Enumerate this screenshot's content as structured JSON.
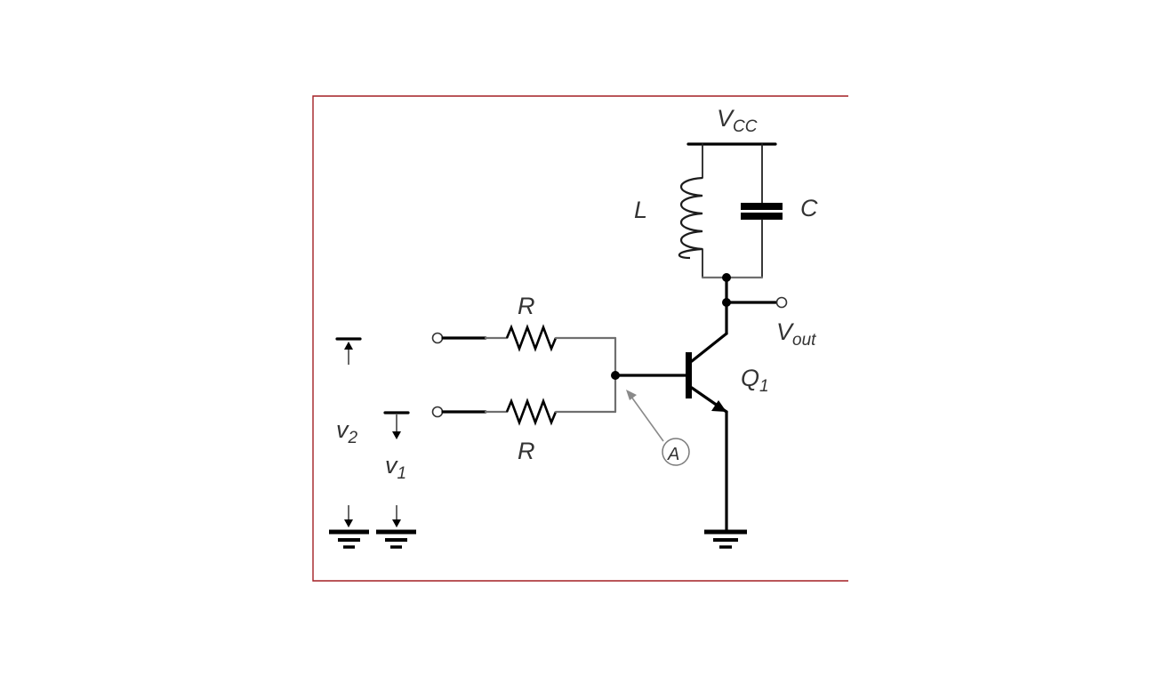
{
  "labels": {
    "vcc_main": "V",
    "vcc_sub": "CC",
    "inductor": "L",
    "capacitor": "C",
    "resistor_top": "R",
    "resistor_bottom": "R",
    "vout_main": "V",
    "vout_sub": "out",
    "transistor_main": "Q",
    "transistor_sub": "1",
    "node_callout": "A",
    "v2_main": "v",
    "v2_sub": "2",
    "v1_main": "v",
    "v1_sub": "1"
  },
  "colors": {
    "frame": "#a31f24",
    "wire": "#000000",
    "text": "#333333"
  }
}
